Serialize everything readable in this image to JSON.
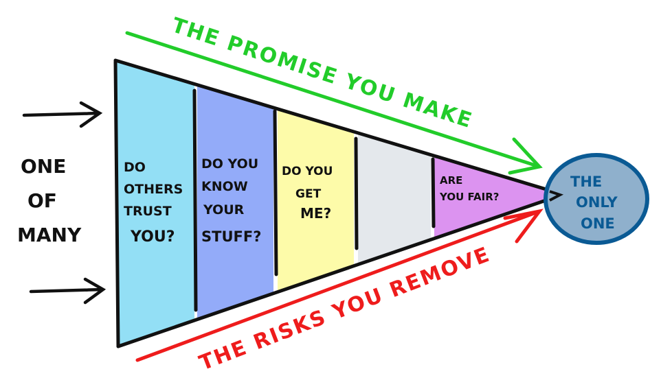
{
  "left_label": [
    "ONE",
    "OF",
    "MANY"
  ],
  "top_label": "THE PROMISE YOU MAKE",
  "bottom_label": "THE RISKS YOU REMOVE",
  "end_label": [
    "THE",
    "ONLY",
    "ONE"
  ],
  "stages": [
    {
      "lines": [
        "DO",
        "OTHERS",
        "TRUST",
        "YOU?"
      ],
      "color": "#93dff5"
    },
    {
      "lines": [
        "DO YOU",
        "KNOW",
        "YOUR",
        "STUFF?"
      ],
      "color": "#93abf9"
    },
    {
      "lines": [
        "DO YOU",
        "GET",
        "ME?"
      ],
      "color": "#fdfba9"
    },
    {
      "lines": [],
      "color": "#e4e8ec"
    },
    {
      "lines": [
        "ARE",
        "YOU FAIR?"
      ],
      "color": "#dc93f0"
    }
  ],
  "colors": {
    "promise": "#22cc2a",
    "risks": "#ee1c1c",
    "circle_fill": "#8fb0cc",
    "circle_stroke": "#0a5a94"
  }
}
